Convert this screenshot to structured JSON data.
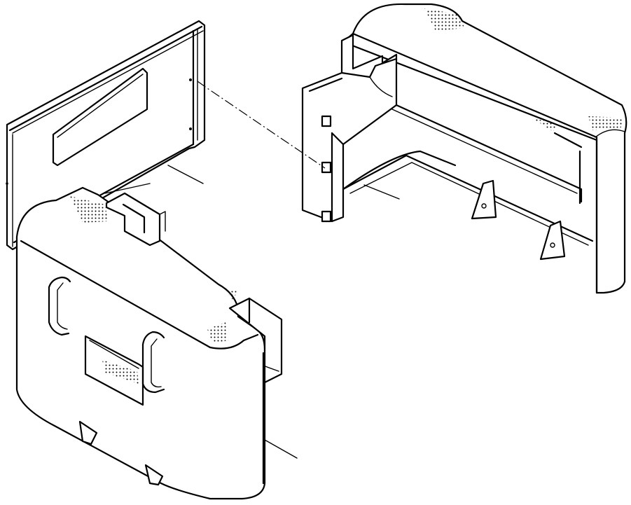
{
  "diagram": {
    "kind": "exploded-view line drawing",
    "parts": [
      {
        "id": "rear-cover-plate"
      },
      {
        "id": "upper-counterweight-frame"
      },
      {
        "id": "front-counterweight-block"
      }
    ],
    "leader_lines": 1,
    "colors": {
      "line": "#000000",
      "background": "#ffffff"
    }
  }
}
